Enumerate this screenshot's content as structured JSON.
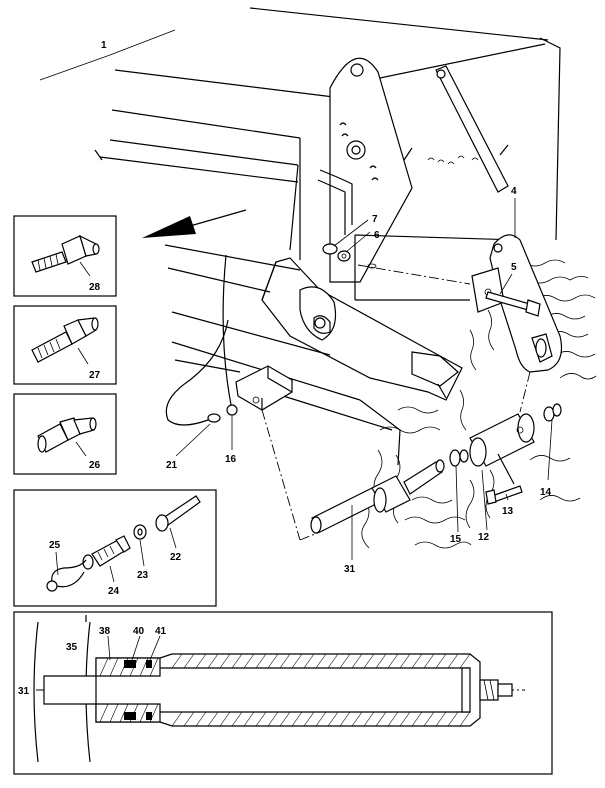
{
  "callouts": {
    "c1": "1",
    "c4": "4",
    "c5": "5",
    "c6": "6",
    "c7": "7",
    "c12": "12",
    "c13": "13",
    "c14": "14",
    "c15": "15",
    "c16": "16",
    "c21": "21",
    "c22": "22",
    "c23": "23",
    "c24": "24",
    "c25": "25",
    "c26": "26",
    "c27": "27",
    "c28": "28",
    "c31a": "31",
    "c31b": "31",
    "c35": "35",
    "c38": "38",
    "c40": "40",
    "c41": "41"
  }
}
